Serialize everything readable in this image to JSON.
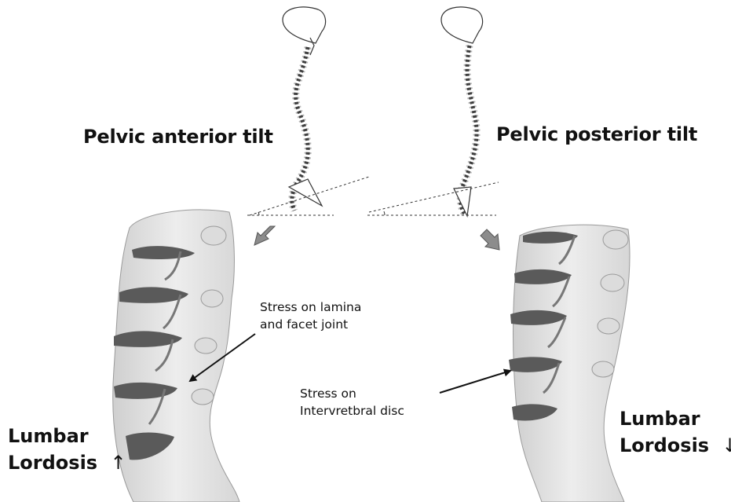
{
  "left_panel": {
    "title": "Pelvic anterior tilt",
    "annotation_line1": "Stress on lamina",
    "annotation_line2": "and facet joint",
    "result_line1": "Lumbar",
    "result_line2": "Lordosis",
    "result_arrow": "↑"
  },
  "right_panel": {
    "title": "Pelvic posterior tilt",
    "annotation_line1": "Stress on",
    "annotation_line2": "Intervretbral disc",
    "result_line1": "Lumbar",
    "result_line2": "Lordosis",
    "result_arrow": "↓"
  },
  "colors": {
    "bone": "#e3e3e3",
    "disc": "#5a5a5a",
    "arrow_fill": "#8c8c8c",
    "line": "#111111"
  }
}
